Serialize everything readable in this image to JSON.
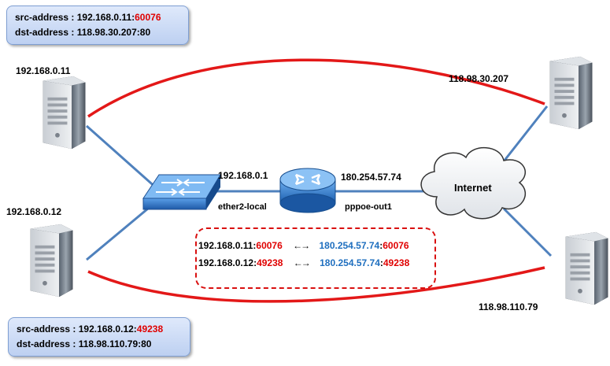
{
  "colors": {
    "lan_line": "#4f81bd",
    "wan_line": "#e31818",
    "accent_red": "#e00000",
    "accent_blue": "#1f6fbf"
  },
  "hosts": {
    "pc1": {
      "label": "192.168.0.11",
      "icon": "server-tower-icon"
    },
    "pc2": {
      "label": "192.168.0.12",
      "icon": "server-tower-icon"
    },
    "server1": {
      "label": "118.98.30.207",
      "icon": "server-tower-icon"
    },
    "server2": {
      "label": "118.98.110.79",
      "icon": "server-tower-icon"
    }
  },
  "switch": {
    "icon": "switch-icon"
  },
  "router": {
    "icon": "router-icon",
    "lan_ip": "192.168.0.1",
    "lan_interface": "ether2-local",
    "wan_ip": "180.254.57.74",
    "wan_interface": "pppoe-out1"
  },
  "cloud": {
    "icon": "cloud-icon",
    "label": "Internet"
  },
  "top_box": {
    "src_label": "src-address :",
    "src_ip": "192.168.0.11:",
    "src_port": "60076",
    "dst_label": "dst-address :",
    "dst_value": "118.98.30.207:80"
  },
  "bottom_box": {
    "src_label": "src-address :",
    "src_ip": "192.168.0.12:",
    "src_port": "49238",
    "dst_label": "dst-address :",
    "dst_value": "118.98.110.79:80"
  },
  "nat_table": {
    "rows": [
      {
        "local_ip": "192.168.0.11:",
        "local_port": "60076",
        "arrows": "←→",
        "public_ip": "180.254.57.74",
        "public_port": "60076"
      },
      {
        "local_ip": "192.168.0.12:",
        "local_port": "49238",
        "arrows": "←→",
        "public_ip": "180.254.57.74",
        "public_port": "49238"
      }
    ]
  }
}
